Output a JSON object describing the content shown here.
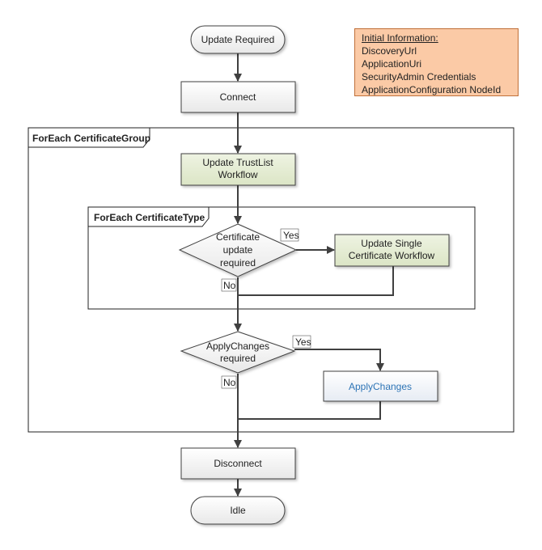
{
  "nodes": {
    "update_required": "Update Required",
    "connect": "Connect",
    "update_trustlist_line1": "Update TrustList",
    "update_trustlist_line2": "Workflow",
    "cert_update_line1": "Certificate",
    "cert_update_line2": "update",
    "cert_update_line3": "required",
    "update_single_line1": "Update Single",
    "update_single_line2": "Certificate Workflow",
    "apply_required_line1": "ApplyChanges",
    "apply_required_line2": "required",
    "apply_changes": "ApplyChanges",
    "disconnect": "Disconnect",
    "idle": "Idle"
  },
  "groups": {
    "certificate_group": "ForEach CertificateGroup",
    "certificate_type": "ForEach CertificateType"
  },
  "labels": {
    "yes": "Yes",
    "no": "No"
  },
  "info": {
    "title": "Initial Information:",
    "items": [
      "DiscoveryUrl",
      "ApplicationUri",
      "SecurityAdmin Credentials",
      "ApplicationConfiguration NodeId"
    ]
  }
}
